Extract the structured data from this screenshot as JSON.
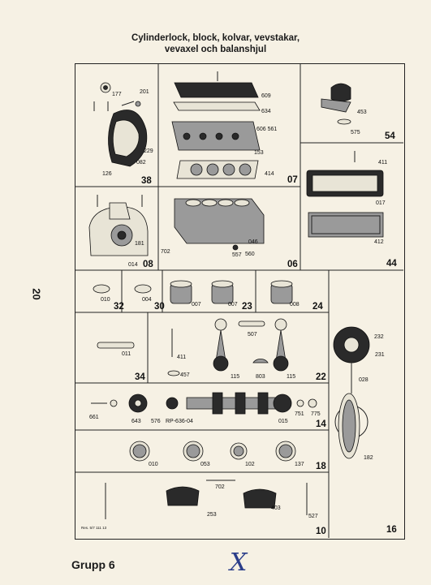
{
  "page": {
    "title_line1": "Cylinderlock, block, kolvar, vevstakar,",
    "title_line2": "vevaxel och balanshjul",
    "side_number": "20",
    "footer": "Grupp 6",
    "signature": "X"
  },
  "groups": [
    "38",
    "07",
    "54",
    "44",
    "08",
    "06",
    "32",
    "30",
    "23",
    "24",
    "34",
    "22",
    "14",
    "18",
    "10",
    "16"
  ],
  "part_numbers": [
    "177",
    "201",
    "229",
    "082",
    "126",
    "609",
    "634",
    "606 561",
    "153",
    "414",
    "453",
    "575",
    "411",
    "017",
    "412",
    "181",
    "014",
    "702",
    "046",
    "557",
    "560",
    "010",
    "004",
    "007",
    "007",
    "008",
    "507",
    "011",
    "411",
    "457",
    "115",
    "803",
    "115",
    "232",
    "231",
    "028",
    "661",
    "643",
    "576",
    "RP-636-04",
    "751",
    "015",
    "775",
    "182",
    "010",
    "053",
    "102",
    "137",
    "702",
    "253",
    "403",
    "527"
  ],
  "note": "Res. 5/7 111 13"
}
